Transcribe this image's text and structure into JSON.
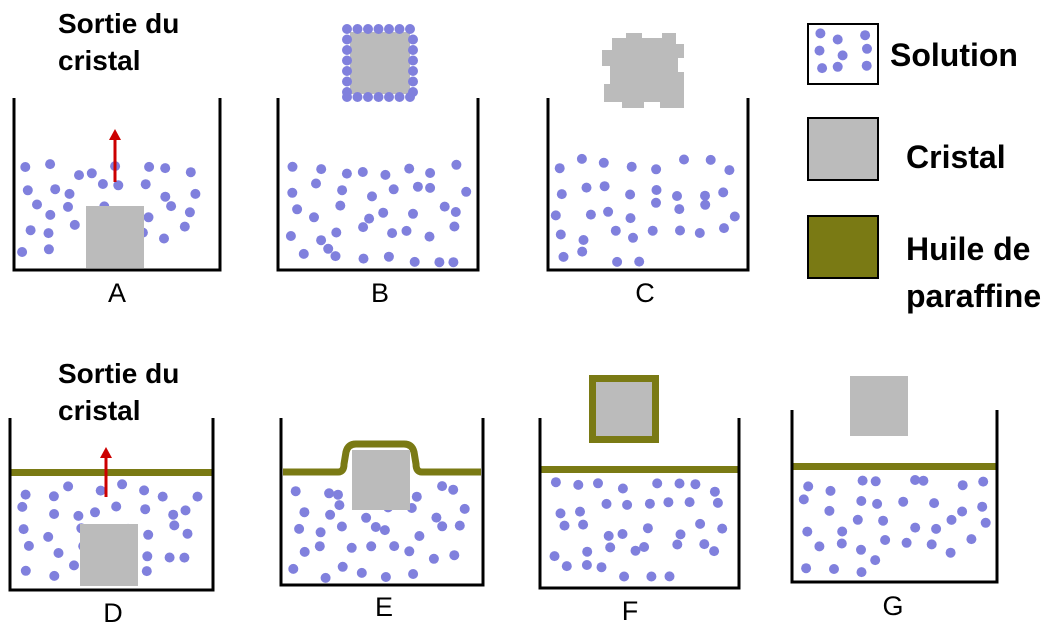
{
  "diagram": {
    "caption_top": [
      "Sortie du",
      "cristal"
    ],
    "caption_bottom": [
      "Sortie du",
      "cristal"
    ],
    "panels": [
      "A",
      "B",
      "C",
      "D",
      "E",
      "F",
      "G"
    ],
    "legend": {
      "solution": "Solution",
      "crystal": "Cristal",
      "oil": [
        "Huile de",
        "paraffine"
      ]
    }
  },
  "colors": {
    "dot": "#8080dd",
    "crystal": "#bbbbbb",
    "oil": "#7a7a14",
    "arrow": "#cc0000",
    "wall": "#000000"
  }
}
